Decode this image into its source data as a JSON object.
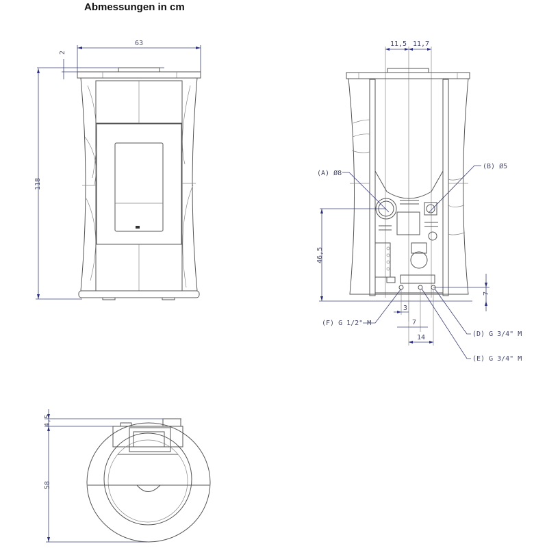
{
  "title": "Abmessungen in cm",
  "views": {
    "front": {
      "width_label": "63",
      "top_offset_label": "2",
      "height_label": "118"
    },
    "rear": {
      "flue_left_label": "11,5",
      "flue_right_label": "11,7",
      "connection_height_label": "46,5",
      "bottom_offset_label": "7",
      "dim_3": "3",
      "dim_7": "7",
      "dim_14": "14",
      "callouts": {
        "A": "(A) Ø8",
        "B": "(B) Ø5",
        "F": "(F) G 1/2\" M",
        "D": "(D) G 3/4\" M",
        "E": "(E) G 3/4\" M"
      }
    },
    "top": {
      "offset_label": "4,5",
      "depth_label": "58"
    }
  },
  "colors": {
    "dimension": "#3a3f7a",
    "outline": "#555555",
    "background": "#ffffff"
  }
}
